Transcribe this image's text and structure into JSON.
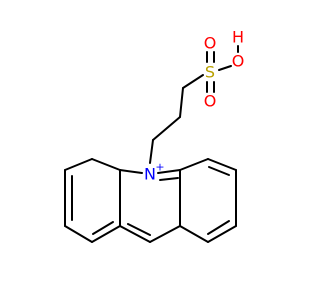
{
  "molecule": {
    "atoms": {
      "nitrogen": {
        "label": "N",
        "charge": "+",
        "color": "#0000ff"
      },
      "sulfur": {
        "label": "S",
        "color": "#b8a000"
      },
      "oxygen_top": {
        "label": "O",
        "color": "#ff0000"
      },
      "oxygen_bottom": {
        "label": "O",
        "color": "#ff0000"
      },
      "oxygen_hydroxyl": {
        "label": "O",
        "color": "#ff0000"
      },
      "hydrogen": {
        "label": "H",
        "color": "#ff0000"
      }
    },
    "bond_color": "#000000"
  }
}
